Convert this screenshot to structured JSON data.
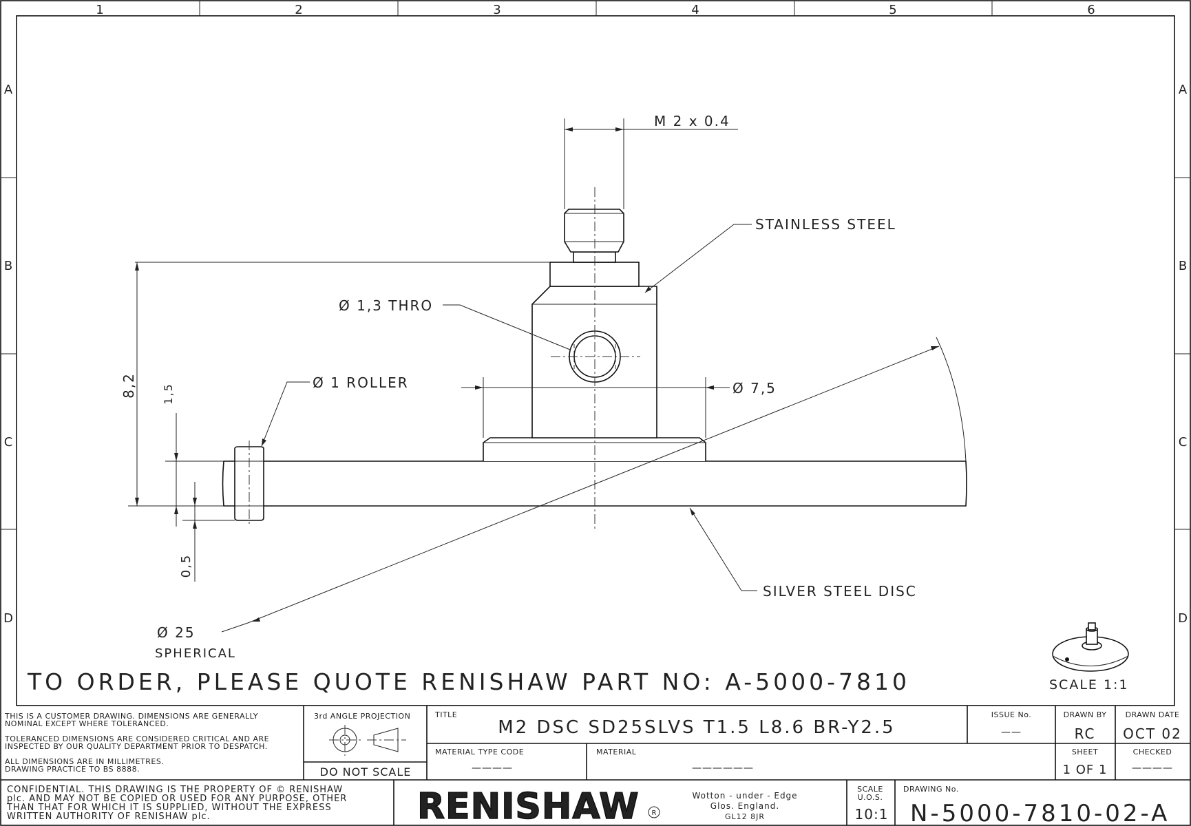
{
  "zones": {
    "columns": [
      "1",
      "2",
      "3",
      "4",
      "5",
      "6"
    ],
    "rows": [
      "A",
      "B",
      "C",
      "D"
    ]
  },
  "callouts": {
    "thread": "M 2 x 0.4",
    "stainless": "STAINLESS STEEL",
    "thro_hole": "Ø  1,3 THRO",
    "roller": "Ø 1 ROLLER",
    "dia75": "Ø  7,5",
    "disc": "SILVER STEEL DISC",
    "dia25": "Ø  25",
    "spherical": "SPHERICAL"
  },
  "dimensions": {
    "height_82": "8,2",
    "height_15": "1,5",
    "gap_05": "0,5"
  },
  "order_note": "TO ORDER, PLEASE QUOTE RENISHAW PART NO: A-5000-7810",
  "iso_scale": "SCALE 1:1",
  "title_block": {
    "notes": [
      "THIS IS A CUSTOMER DRAWING. DIMENSIONS ARE GENERALLY",
      "NOMINAL EXCEPT WHERE TOLERANCED.",
      "TOLERANCED DIMENSIONS ARE CONSIDERED CRITICAL AND ARE",
      "INSPECTED BY OUR QUALITY DEPARTMENT PRIOR TO DESPATCH.",
      "ALL DIMENSIONS ARE IN MILLIMETRES.",
      "DRAWING PRACTICE TO BS 8888."
    ],
    "projection": "3rd ANGLE PROJECTION",
    "do_not_scale": "DO NOT SCALE",
    "title_label": "TITLE",
    "title": "M2  DSC  SD25SLVS  T1.5  L8.6  BR-Y2.5",
    "issue_label": "ISSUE No.",
    "issue_value": "——",
    "drawn_by_label": "DRAWN BY",
    "drawn_by": "RC",
    "drawn_date_label": "DRAWN DATE",
    "drawn_date": "OCT 02",
    "material_type_label": "MATERIAL TYPE CODE",
    "material_type_value": "————",
    "material_label": "MATERIAL",
    "material_value": "——————",
    "sheet_label": "SHEET",
    "sheet": "1 OF 1",
    "checked_label": "CHECKED",
    "checked": "————",
    "confidential": [
      "CONFIDENTIAL. THIS DRAWING IS THE PROPERTY OF © RENISHAW",
      "plc. AND MAY NOT BE COPIED OR USED FOR ANY PURPOSE, OTHER",
      "THAN THAT FOR WHICH IT IS SUPPLIED, WITHOUT THE EXPRESS",
      "WRITTEN AUTHORITY OF RENISHAW plc."
    ],
    "logo": "RENISHAW",
    "address": [
      "Wotton - under - Edge",
      "Glos. England.",
      "GL12 8JR"
    ],
    "scale_label": [
      "SCALE",
      "U.O.S."
    ],
    "scale": "10:1",
    "drawing_no_label": "DRAWING No.",
    "drawing_no": "N-5000-7810-02-A"
  }
}
